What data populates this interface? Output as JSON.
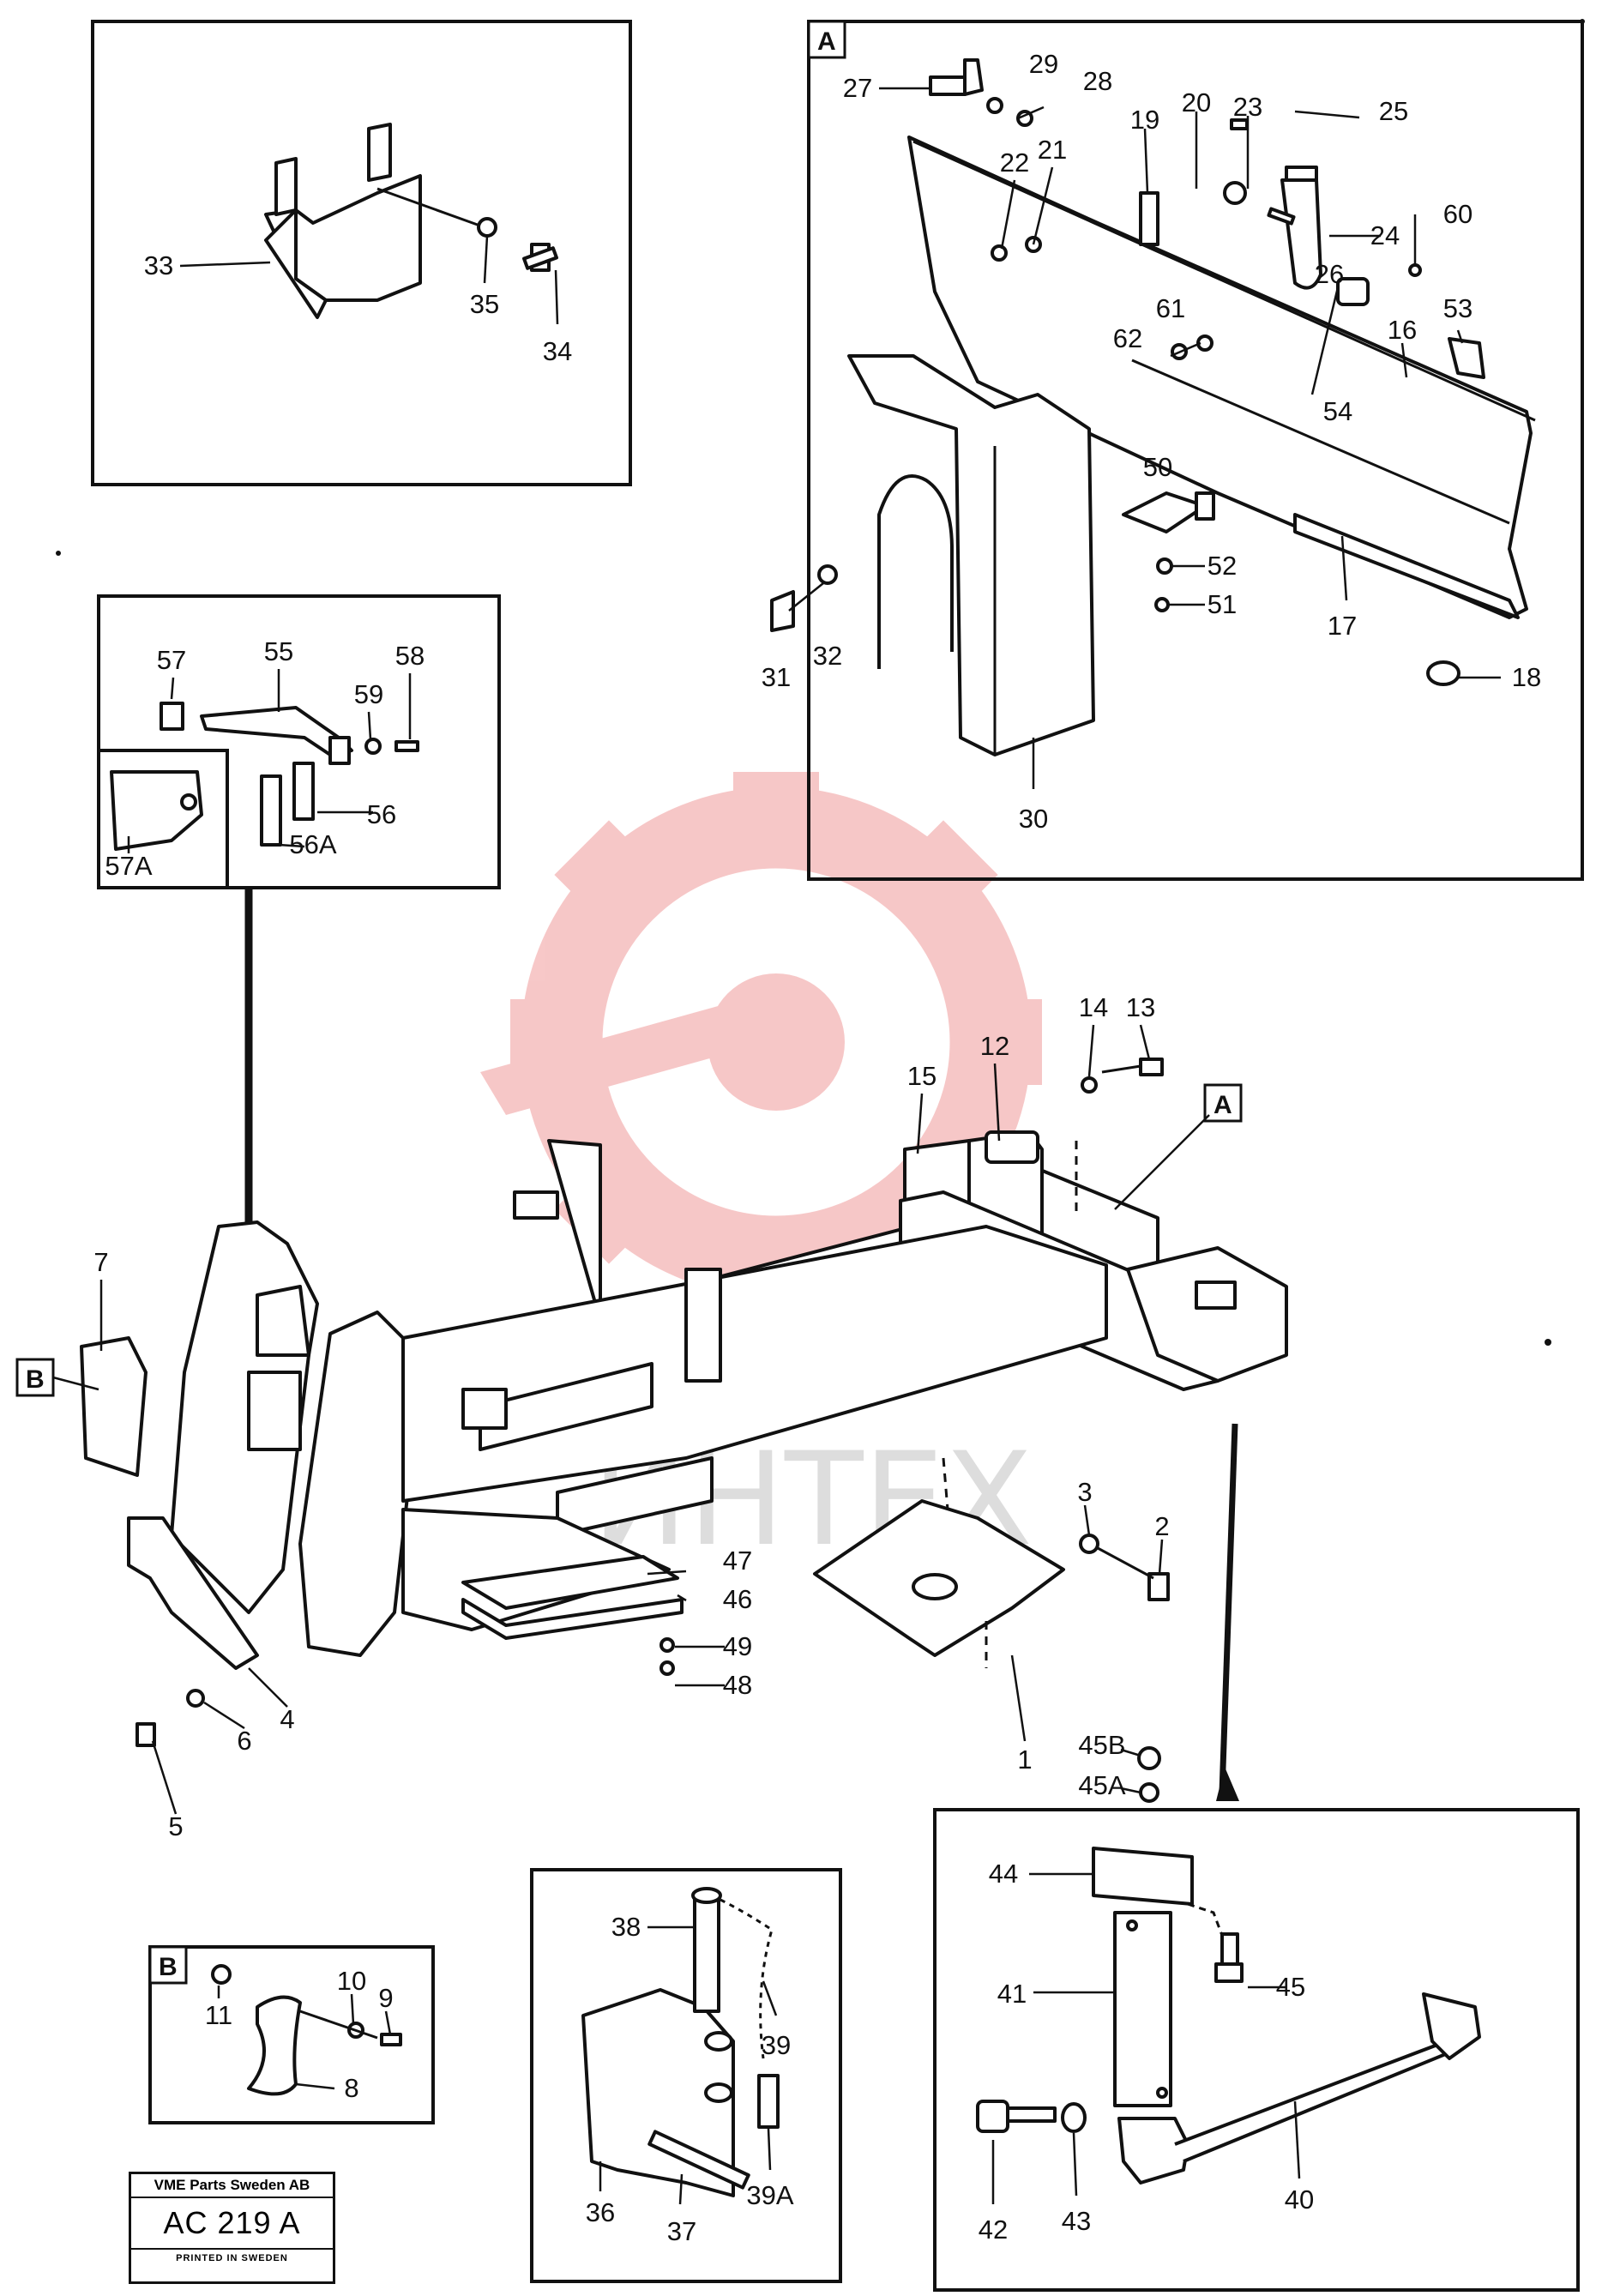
{
  "diagram": {
    "watermark": "ИНТЕХ",
    "sections": {
      "A": "A",
      "B": "B"
    },
    "labels": [
      {
        "id": "l1",
        "text": "1"
      },
      {
        "id": "l2",
        "text": "2"
      },
      {
        "id": "l3",
        "text": "3"
      },
      {
        "id": "l4",
        "text": "4"
      },
      {
        "id": "l5",
        "text": "5"
      },
      {
        "id": "l6",
        "text": "6"
      },
      {
        "id": "l7",
        "text": "7"
      },
      {
        "id": "l8",
        "text": "8"
      },
      {
        "id": "l9",
        "text": "9"
      },
      {
        "id": "l10",
        "text": "10"
      },
      {
        "id": "l11",
        "text": "11"
      },
      {
        "id": "l12",
        "text": "12"
      },
      {
        "id": "l13",
        "text": "13"
      },
      {
        "id": "l14",
        "text": "14"
      },
      {
        "id": "l15",
        "text": "15"
      },
      {
        "id": "l16",
        "text": "16"
      },
      {
        "id": "l17",
        "text": "17"
      },
      {
        "id": "l18",
        "text": "18"
      },
      {
        "id": "l19",
        "text": "19"
      },
      {
        "id": "l20",
        "text": "20"
      },
      {
        "id": "l21",
        "text": "21"
      },
      {
        "id": "l22",
        "text": "22"
      },
      {
        "id": "l23",
        "text": "23"
      },
      {
        "id": "l24",
        "text": "24"
      },
      {
        "id": "l25",
        "text": "25"
      },
      {
        "id": "l26",
        "text": "26"
      },
      {
        "id": "l27",
        "text": "27"
      },
      {
        "id": "l28",
        "text": "28"
      },
      {
        "id": "l29",
        "text": "29"
      },
      {
        "id": "l30",
        "text": "30"
      },
      {
        "id": "l31",
        "text": "31"
      },
      {
        "id": "l32",
        "text": "32"
      },
      {
        "id": "l33",
        "text": "33"
      },
      {
        "id": "l34",
        "text": "34"
      },
      {
        "id": "l35",
        "text": "35"
      },
      {
        "id": "l36",
        "text": "36"
      },
      {
        "id": "l37",
        "text": "37"
      },
      {
        "id": "l38",
        "text": "38"
      },
      {
        "id": "l39",
        "text": "39"
      },
      {
        "id": "l39A",
        "text": "39A"
      },
      {
        "id": "l40",
        "text": "40"
      },
      {
        "id": "l41",
        "text": "41"
      },
      {
        "id": "l42",
        "text": "42"
      },
      {
        "id": "l43",
        "text": "43"
      },
      {
        "id": "l44",
        "text": "44"
      },
      {
        "id": "l45",
        "text": "45"
      },
      {
        "id": "l45A",
        "text": "45A"
      },
      {
        "id": "l45B",
        "text": "45B"
      },
      {
        "id": "l46",
        "text": "46"
      },
      {
        "id": "l47",
        "text": "47"
      },
      {
        "id": "l48",
        "text": "48"
      },
      {
        "id": "l49",
        "text": "49"
      },
      {
        "id": "l50",
        "text": "50"
      },
      {
        "id": "l51",
        "text": "51"
      },
      {
        "id": "l52",
        "text": "52"
      },
      {
        "id": "l53",
        "text": "53"
      },
      {
        "id": "l54",
        "text": "54"
      },
      {
        "id": "l55",
        "text": "55"
      },
      {
        "id": "l56",
        "text": "56"
      },
      {
        "id": "l56A",
        "text": "56A"
      },
      {
        "id": "l57",
        "text": "57"
      },
      {
        "id": "l57A",
        "text": "57A"
      },
      {
        "id": "l58",
        "text": "58"
      },
      {
        "id": "l59",
        "text": "59"
      },
      {
        "id": "l60",
        "text": "60"
      },
      {
        "id": "l61",
        "text": "61"
      },
      {
        "id": "l62",
        "text": "62"
      }
    ]
  },
  "stamp": {
    "company": "VME Parts Sweden AB",
    "code": "AC 219 A",
    "printed": "PRINTED IN SWEDEN"
  }
}
